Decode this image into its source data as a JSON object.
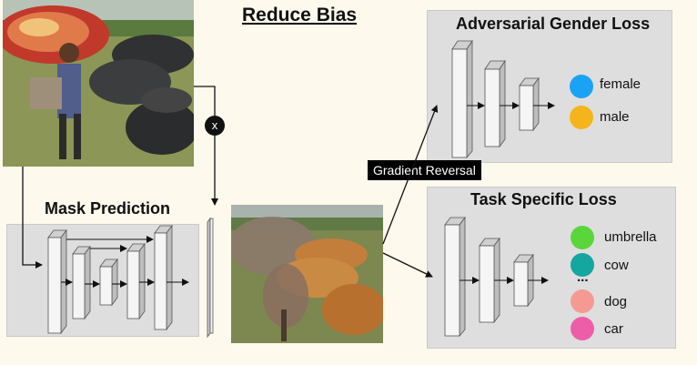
{
  "header": {
    "title": "Reduce Bias"
  },
  "mask_prediction": {
    "title": "Mask Prediction"
  },
  "multiply": {
    "symbol": "x"
  },
  "gradient_reversal": {
    "label": "Gradient Reversal"
  },
  "adversarial": {
    "title": "Adversarial Gender Loss",
    "classes": [
      {
        "label": "female",
        "color": "#1aa3f5"
      },
      {
        "label": "male",
        "color": "#f5b51a"
      }
    ]
  },
  "task": {
    "title": "Task Specific Loss",
    "classes": [
      {
        "label": "umbrella",
        "color": "#5ad63c"
      },
      {
        "label": "cow",
        "color": "#16a6a0"
      },
      {
        "label": "...",
        "color": ""
      },
      {
        "label": "dog",
        "color": "#f59a92"
      },
      {
        "label": "car",
        "color": "#ee5ea8"
      }
    ]
  },
  "colors": {
    "panel": "#dedede",
    "background": "#fdf9ec",
    "arrow": "#111111"
  }
}
